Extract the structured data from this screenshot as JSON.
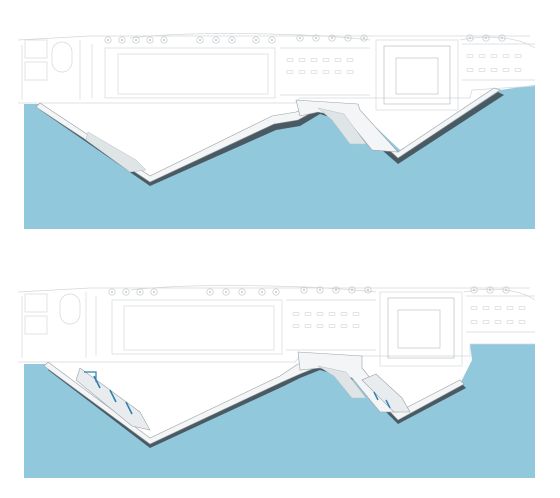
{
  "colors": {
    "water": "#92c8dc",
    "water_edge": "#7fb9cf",
    "background": "#ffffff",
    "pier_fill": "#f3f5f6",
    "pier_shadow": "#4a5a63",
    "line": "#c9cdd0",
    "line_dark": "#9aa2a6",
    "glass": "#2f7fb0"
  },
  "panels": [
    {
      "id": "plan-upper",
      "description_visible": false,
      "variant": "open-deck"
    },
    {
      "id": "plan-lower",
      "description_visible": false,
      "variant": "enclosed-deck"
    }
  ]
}
